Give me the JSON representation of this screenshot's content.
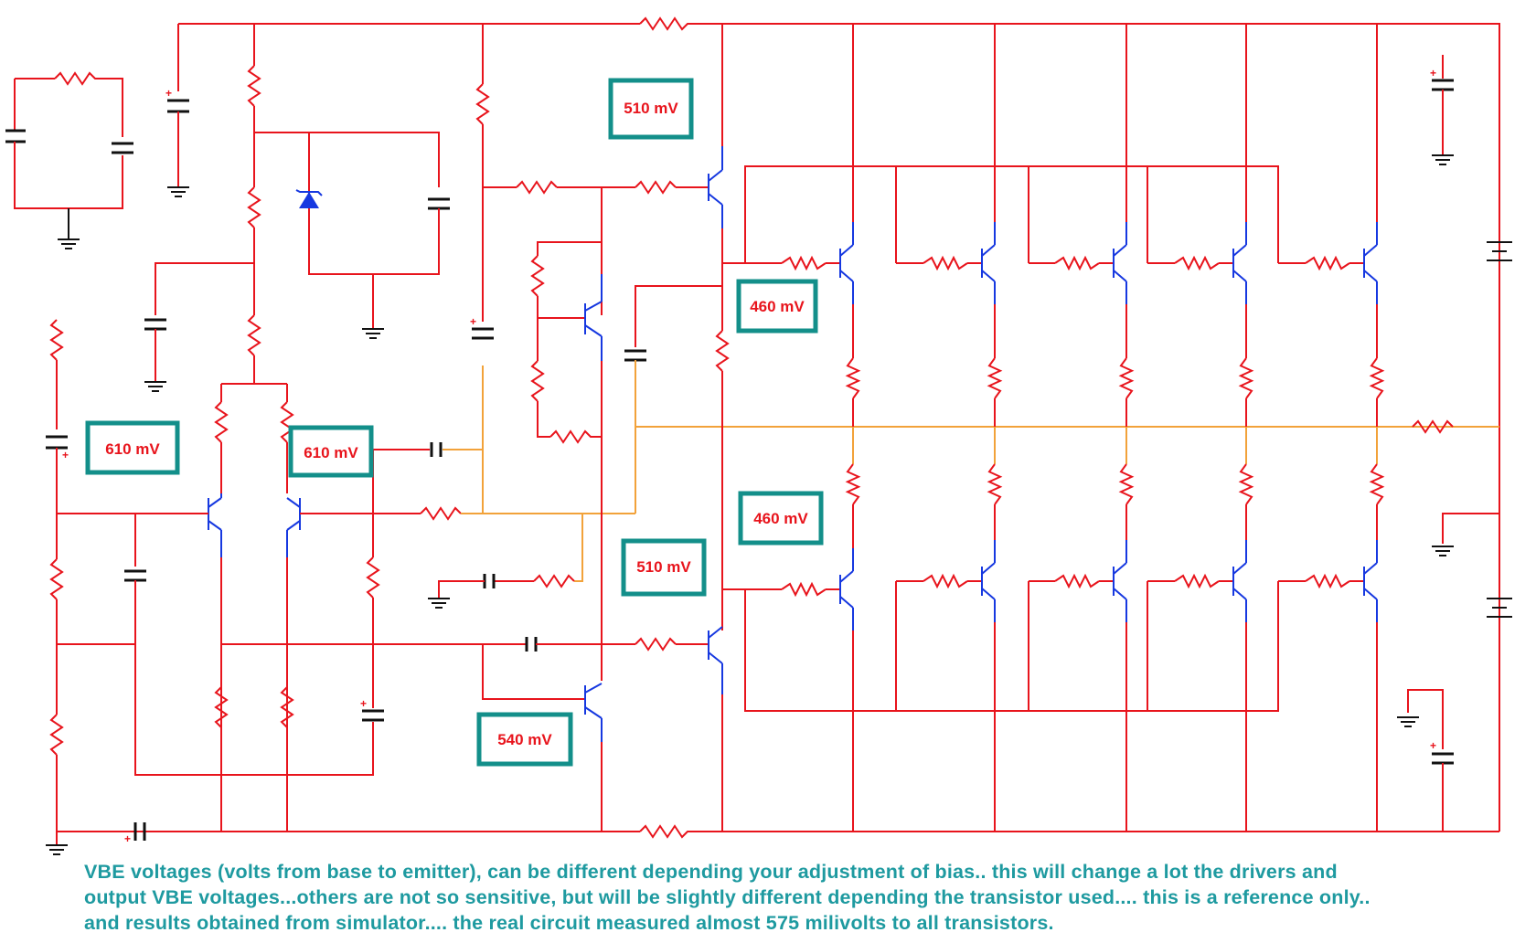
{
  "diagram": {
    "kind": "amplifier-schematic",
    "wire_colors": {
      "supply": "#e8141c",
      "output_bus": "#f2a23a",
      "transistor": "#1638e0",
      "label_frame": "#138f8a"
    },
    "voltage_labels": [
      {
        "id": "vbe-input-left",
        "text": "610 mV"
      },
      {
        "id": "vbe-input-right",
        "text": "610 mV"
      },
      {
        "id": "vbe-predriver-top",
        "text": "510 mV"
      },
      {
        "id": "vbe-driver-top",
        "text": "460 mV"
      },
      {
        "id": "vbe-driver-bottom",
        "text": "460 mV"
      },
      {
        "id": "vbe-predriver-bottom",
        "text": "510 mV"
      },
      {
        "id": "vbe-vas",
        "text": "540 mV"
      }
    ]
  },
  "caption": {
    "line1": "VBE  voltages  (volts from base to emitter), can be different depending your adjustment of bias.. this will change a lot the drivers and",
    "line2": "output VBE voltages...others are not so sensitive, but will be slightly different depending the transistor used.... this is a reference only..",
    "line3": "and results obtained from simulator.... the real circuit measured almost 575 milivolts to all transistors."
  }
}
